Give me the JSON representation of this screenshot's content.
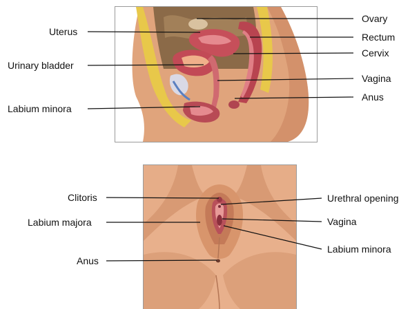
{
  "top_illustration": {
    "left_labels": {
      "uterus": "Uterus",
      "urinary_bladder": "Urinary bladder",
      "labium_minora": "Labium minora"
    },
    "right_labels": {
      "ovary": "Ovary",
      "rectum": "Rectum",
      "cervix": "Cervix",
      "vagina": "Vagina",
      "anus": "Anus"
    }
  },
  "bottom_illustration": {
    "left_labels": {
      "clitoris": "Clitoris",
      "labium_majora": "Labium majora",
      "anus": "Anus"
    },
    "right_labels": {
      "urethral_opening": "Urethral opening",
      "vagina": "Vagina",
      "labium_minora": "Labium minora"
    }
  },
  "colors": {
    "skin": "#e2a882",
    "skin_shadow": "#c98a66",
    "muscle": "#c8525f",
    "fat": "#e8c84a",
    "cavity": "#8a6a4a",
    "leader_line": "#111111"
  }
}
